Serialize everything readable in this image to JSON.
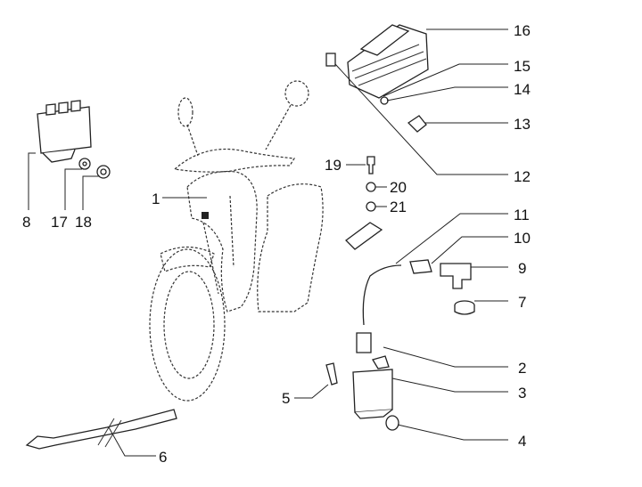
{
  "diagram": {
    "title": "Electrical parts exploded view",
    "callouts": [
      {
        "id": "1",
        "part": "vehicle"
      },
      {
        "id": "2",
        "part": "spark plug cap connector"
      },
      {
        "id": "3",
        "part": "ignition coil"
      },
      {
        "id": "4",
        "part": "nut"
      },
      {
        "id": "5",
        "part": "bolt"
      },
      {
        "id": "6",
        "part": "cable"
      },
      {
        "id": "7",
        "part": "rubber ring"
      },
      {
        "id": "8",
        "part": "relay / control unit"
      },
      {
        "id": "9",
        "part": "spark plug cap"
      },
      {
        "id": "10",
        "part": "cap connector"
      },
      {
        "id": "11",
        "part": "HT lead"
      },
      {
        "id": "12",
        "part": "clip"
      },
      {
        "id": "13",
        "part": "bolt"
      },
      {
        "id": "14",
        "part": "nut"
      },
      {
        "id": "15",
        "part": "washer"
      },
      {
        "id": "16",
        "part": "voltage regulator"
      },
      {
        "id": "17",
        "part": "washer"
      },
      {
        "id": "18",
        "part": "nut"
      },
      {
        "id": "19",
        "part": "bolt"
      },
      {
        "id": "20",
        "part": "washer"
      },
      {
        "id": "21",
        "part": "washer"
      }
    ]
  }
}
